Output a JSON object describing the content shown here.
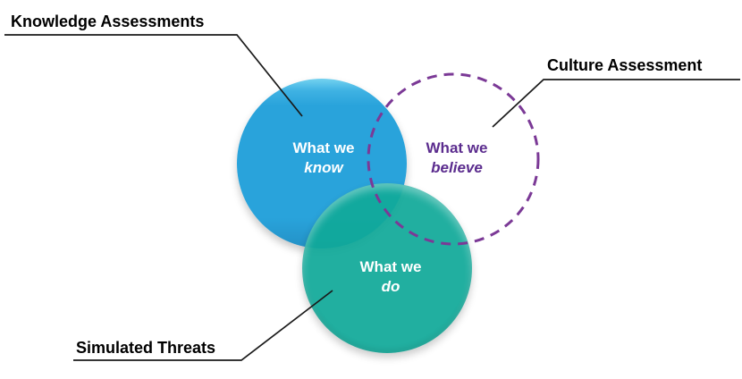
{
  "diagram": {
    "type": "venn",
    "background_color": "#ffffff",
    "callout_labels": {
      "knowledge": "Knowledge Assessments",
      "culture": "Culture Assessment",
      "simulated": "Simulated Threats"
    },
    "circles": {
      "know": {
        "line1": "What we",
        "line2": "know",
        "fill_color": "#29a3db",
        "text_color": "#ffffff",
        "style": "solid",
        "linked_label": "Knowledge Assessments"
      },
      "believe": {
        "line1": "What we",
        "line2": "believe",
        "stroke_color": "#7b3996",
        "text_color": "#5b2c8e",
        "style": "dashed",
        "linked_label": "Culture Assessment"
      },
      "do": {
        "line1": "What we",
        "line2": "do",
        "fill_color": "#16a99b",
        "text_color": "#ffffff",
        "style": "solid",
        "linked_label": "Simulated Threats"
      }
    },
    "callout_line_color": "#1a1a1a"
  }
}
